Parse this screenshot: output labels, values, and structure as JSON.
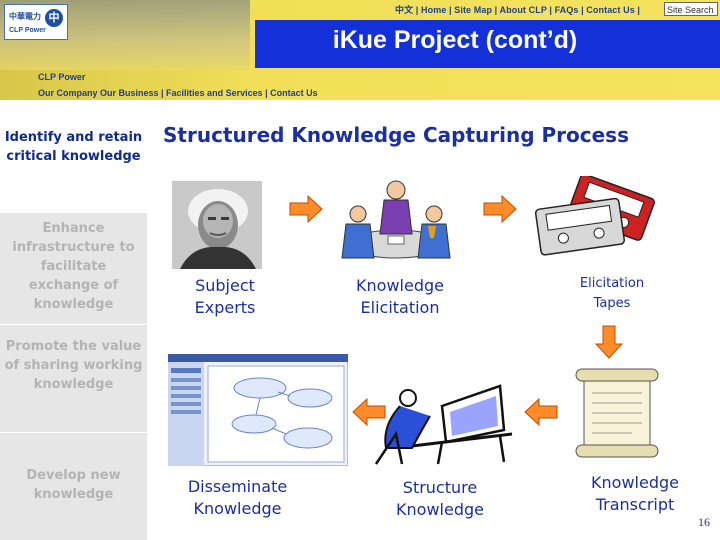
{
  "header": {
    "logo_cn": "中華電力",
    "logo_en": "CLP Power",
    "logo_mark": "中",
    "top_nav": "中文 | Home | Site Map | About CLP | FAQs | Contact Us |",
    "search_label": "Site Search",
    "title": "iKue Project (cont’d)",
    "brand": "CLP Power",
    "main_nav": "Our Company   Our Business | Facilities and Services | Contact Us"
  },
  "sidebar": {
    "items": [
      {
        "label": "Identify and retain critical knowledge",
        "active": true
      },
      {
        "label": "Enhance infrastructure to facilitate exchange of knowledge",
        "active": false
      },
      {
        "label": "Promote the value of sharing working knowledge",
        "active": false
      },
      {
        "label": "Develop new knowledge",
        "active": false
      }
    ]
  },
  "content": {
    "heading": "Structured Knowledge Capturing Process",
    "steps": {
      "subject_experts": "Subject Experts",
      "knowledge_elicitation": "Knowledge Elicitation",
      "elicitation_tapes": "Elicitation Tapes",
      "knowledge_transcript": "Knowledge Transcript",
      "structure_knowledge": "Structure Knowledge",
      "disseminate_knowledge": "Disseminate Knowledge"
    }
  },
  "page_number": "16",
  "colors": {
    "title_band": "#1430d8",
    "accent_text": "#1a2fa0",
    "arrow_fill": "#ff8c28",
    "header_yellow": "#f1df58"
  }
}
